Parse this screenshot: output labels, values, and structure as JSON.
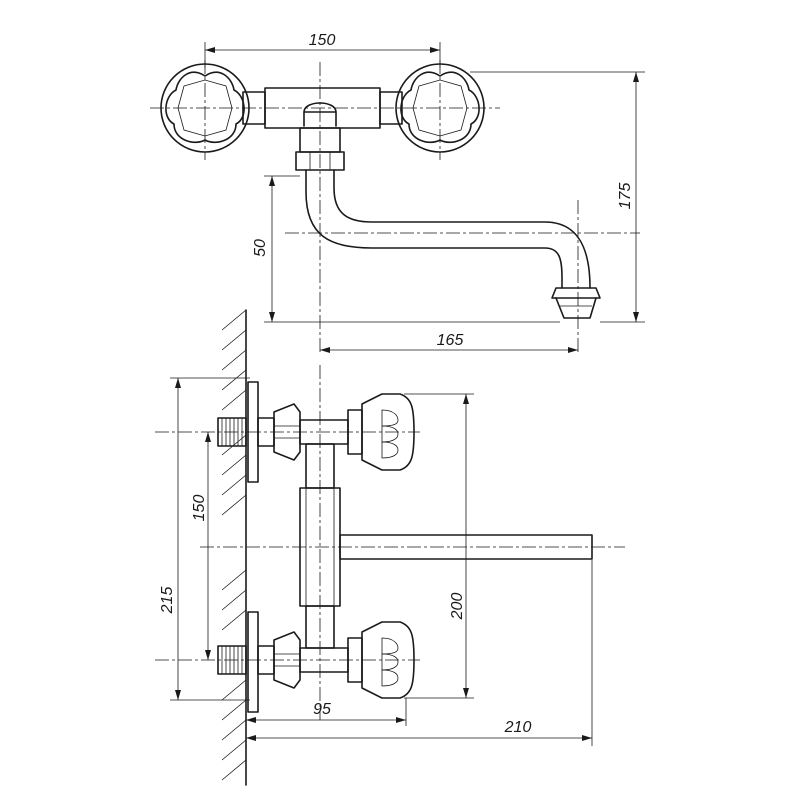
{
  "top_view": {
    "dim_handle_spacing": "150",
    "dim_total_height": "175",
    "dim_spout_drop": "50",
    "dim_spout_reach": "165"
  },
  "side_view": {
    "dim_inlet_spacing": "150",
    "dim_overall_height": "215",
    "dim_handle_span": "200",
    "dim_wall_to_handle": "95",
    "dim_wall_to_spout_end": "210"
  }
}
